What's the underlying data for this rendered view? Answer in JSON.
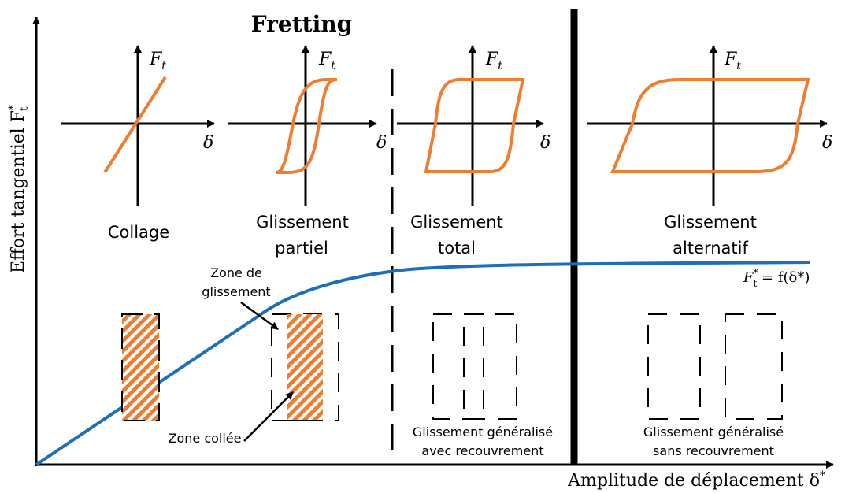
{
  "title": "Fretting",
  "axes": {
    "y_label": "Effort tangentiel F",
    "y_label_sup": "*",
    "y_label_sub": "t",
    "x_label": "Amplitude de déplacement δ",
    "x_label_sup": "*"
  },
  "panels": [
    {
      "id": "collage",
      "label_lines": [
        "Collage"
      ],
      "axis_x": "δ",
      "axis_y": "F",
      "axis_y_sub": "t"
    },
    {
      "id": "partiel",
      "label_lines": [
        "Glissement",
        "partiel"
      ],
      "axis_x": "δ",
      "axis_y": "F",
      "axis_y_sub": "t"
    },
    {
      "id": "total",
      "label_lines": [
        "Glissement",
        "total"
      ],
      "axis_x": "δ",
      "axis_y": "F",
      "axis_y_sub": "t"
    },
    {
      "id": "alternatif",
      "label_lines": [
        "Glissement",
        "alternatif"
      ],
      "axis_x": "δ",
      "axis_y": "F",
      "axis_y_sub": "t"
    }
  ],
  "curve": {
    "label_main": "F",
    "label_sup": "*",
    "label_sub": "t",
    "label_rest": " = f(δ*)"
  },
  "annotations": {
    "zone_glissement": [
      "Zone de",
      "glissement"
    ],
    "zone_collee": "Zone collée",
    "gen_avec": [
      "Glissement généralisé",
      "avec recouvrement"
    ],
    "gen_sans": [
      "Glissement généralisé",
      "sans recouvrement"
    ]
  },
  "colors": {
    "orange": "#ED7D31",
    "blue": "#1F6FB5",
    "black": "#000000"
  }
}
